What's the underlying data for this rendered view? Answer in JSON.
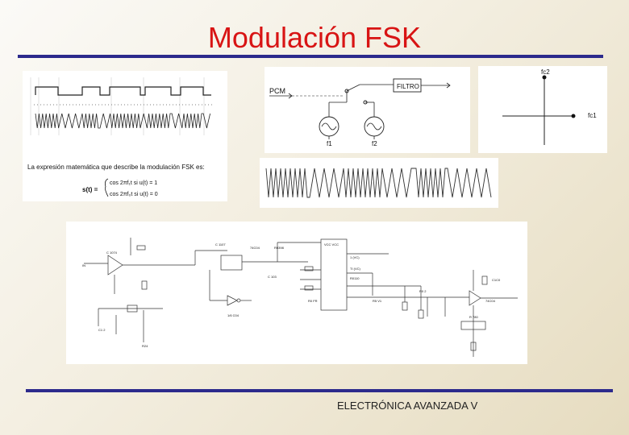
{
  "slide": {
    "title": "Modulación FSK",
    "footer": "ELECTRÓNICA AVANZADA V"
  },
  "fig_waveforms": {
    "expression_text": "La expresión matemática que describe la modulación FSK es:",
    "s_label": "s(t) =",
    "case1": "cos 2πf₁t   si  u(t) = 1",
    "case2": "cos 2πf₀t   si  u(t) = 0"
  },
  "fig_switch": {
    "input_label": "PCM",
    "filter_label": "FILTRO",
    "f1_label": "f1",
    "f2_label": "f2"
  },
  "fig_spectrum": {
    "y_label": "fc2",
    "x_label": "fc1"
  },
  "colors": {
    "title": "#d81414",
    "rule": "#2c2a8c"
  }
}
